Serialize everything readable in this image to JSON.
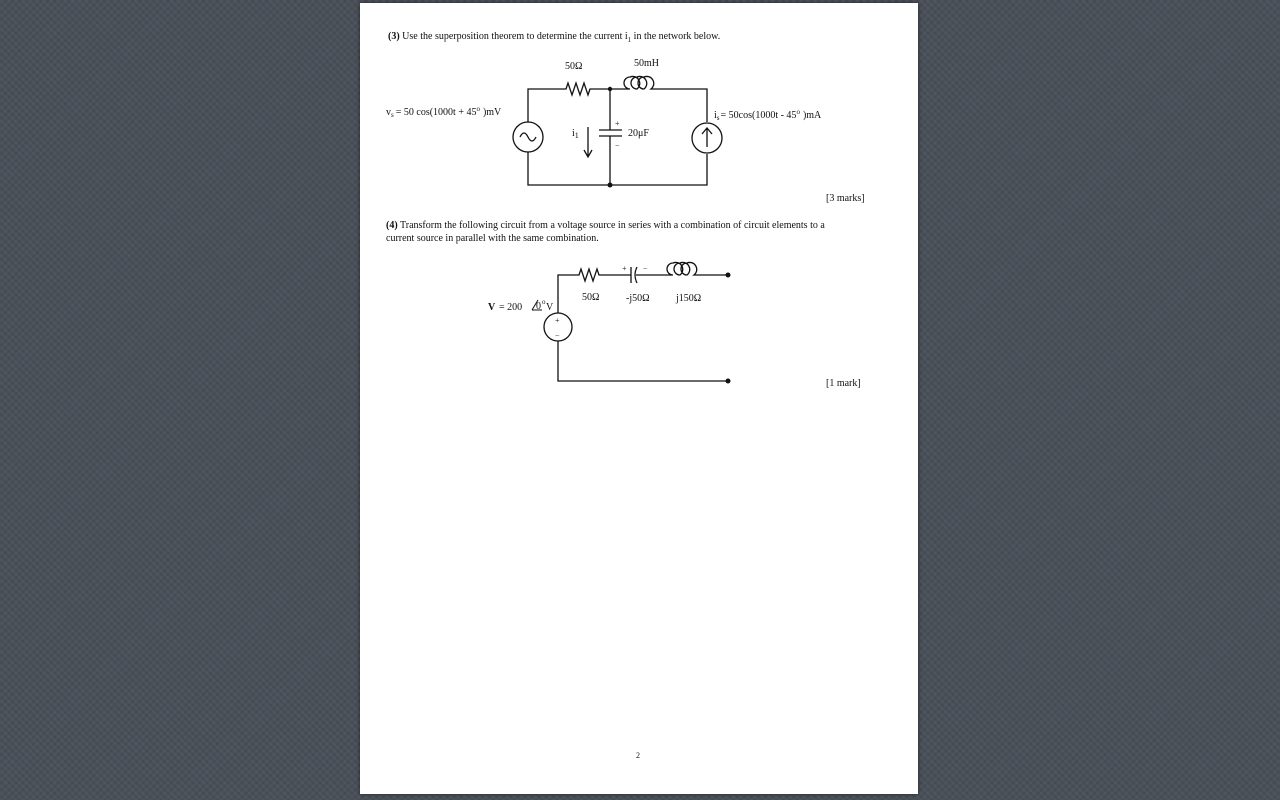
{
  "document": {
    "page_number": "2"
  },
  "q3": {
    "number": "(3)",
    "text_a": "Use the superposition theorem to determine the current ",
    "text_var": "i",
    "text_sub": "1",
    "text_b": " in the network below.",
    "marks": "[3 marks]",
    "circuit": {
      "resistor": "50Ω",
      "inductor": "50mH",
      "capacitor": "20μF",
      "current_label": "i",
      "current_sub": "1",
      "vs_var": "v",
      "vs_sub": "s",
      "vs_expr_a": "= 50 cos(1000t + 45",
      "vs_expr_b": ")mV",
      "is_var": "i",
      "is_sub": "s",
      "is_expr_a": "= 50cos(1000t - 45",
      "is_expr_b": ")mA",
      "degree": "o",
      "plus": "+",
      "minus": "−"
    }
  },
  "q4": {
    "number": "(4)",
    "text_line1": "Transform the following circuit from a voltage source in series with a combination of circuit elements to a",
    "text_line2": "current source in parallel with the same combination.",
    "marks": "[1 mark]",
    "circuit": {
      "resistor": "50Ω",
      "capacitor": "-j50Ω",
      "inductor": "j150Ω",
      "v_var": "V",
      "v_eq": "= 200",
      "v_angle": "0",
      "degree": "o",
      "v_unit": "V",
      "plus": "+",
      "minus": "−"
    }
  }
}
